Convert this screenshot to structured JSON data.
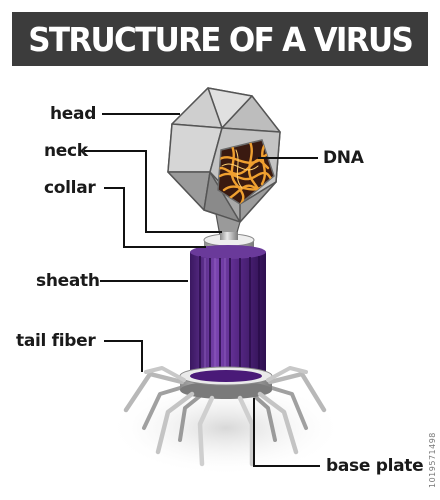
{
  "title": "STRUCTURE OF A VIRUS",
  "labels": {
    "head": "head",
    "neck": "neck",
    "collar": "collar",
    "sheath": "sheath",
    "tail_fiber": "tail fiber",
    "dna": "DNA",
    "base_plate": "base plate"
  },
  "stock_id": "1019571498",
  "colors": {
    "title_bg": "#3c3c3c",
    "title_text": "#ffffff",
    "sheath": "#5a2a8a",
    "dna_strand": "#f0a030",
    "dna_bg": "#3a1a10",
    "capsid": "#b8b8b8",
    "leader_line": "#111111"
  }
}
